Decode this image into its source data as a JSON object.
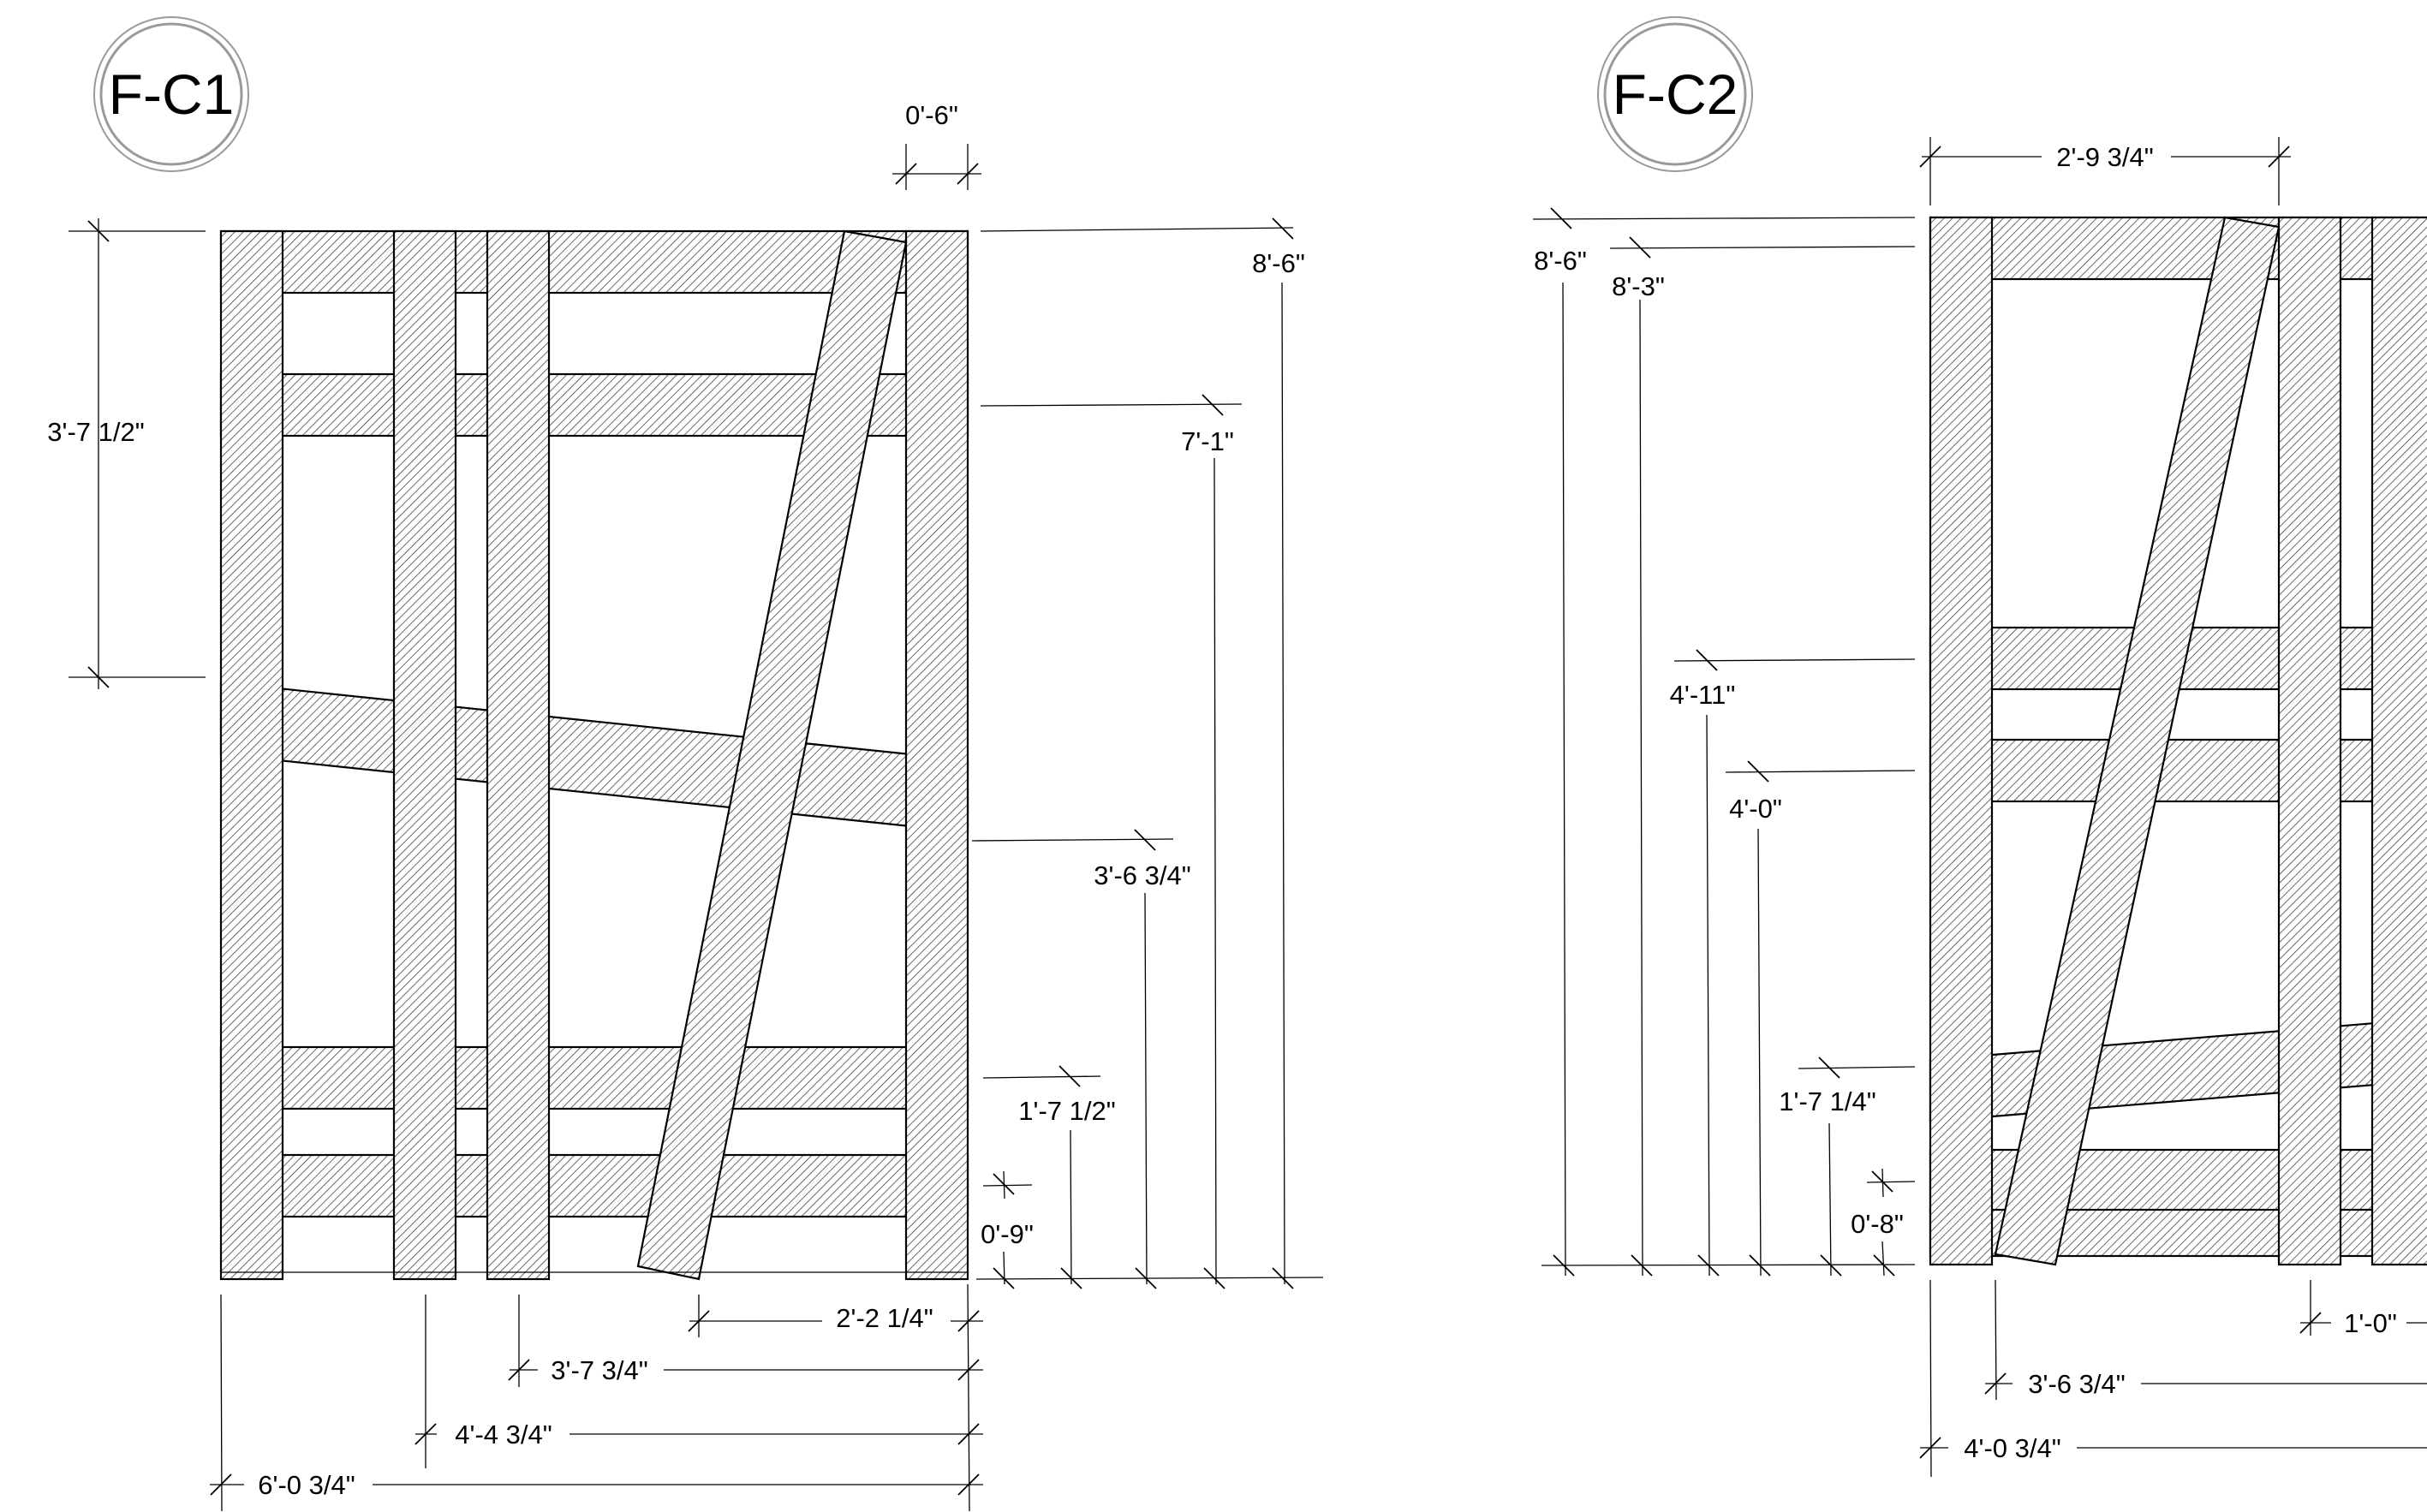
{
  "fc1": {
    "tag": "F-C1",
    "dims": {
      "top_offset": "0'-6\"",
      "overall_height": "8'-6\"",
      "left_span": "3'-7 1/2\"",
      "h_7_1": "7'-1\"",
      "h_3_6_34": "3'-6 3/4\"",
      "h_1_7_12": "1'-7 1/2\"",
      "h_0_9": "0'-9\"",
      "w_2_2_14": "2'-2 1/4\"",
      "w_3_7_34": "3'-7 3/4\"",
      "w_4_4_34": "4'-4 3/4\"",
      "w_6_0_34": "6'-0 3/4\""
    }
  },
  "fc2": {
    "tag": "F-C2",
    "dims": {
      "top_width": "2'-9 3/4\"",
      "h_8_6": "8'-6\"",
      "h_8_3": "8'-3\"",
      "h_4_11": "4'-11\"",
      "h_4_0": "4'-0\"",
      "h_1_7_14": "1'-7 1/4\"",
      "h_0_8": "0'-8\"",
      "w_1_0": "1'-0\"",
      "w_3_6_34": "3'-6 3/4\"",
      "w_4_0_34": "4'-0 3/4\""
    }
  }
}
